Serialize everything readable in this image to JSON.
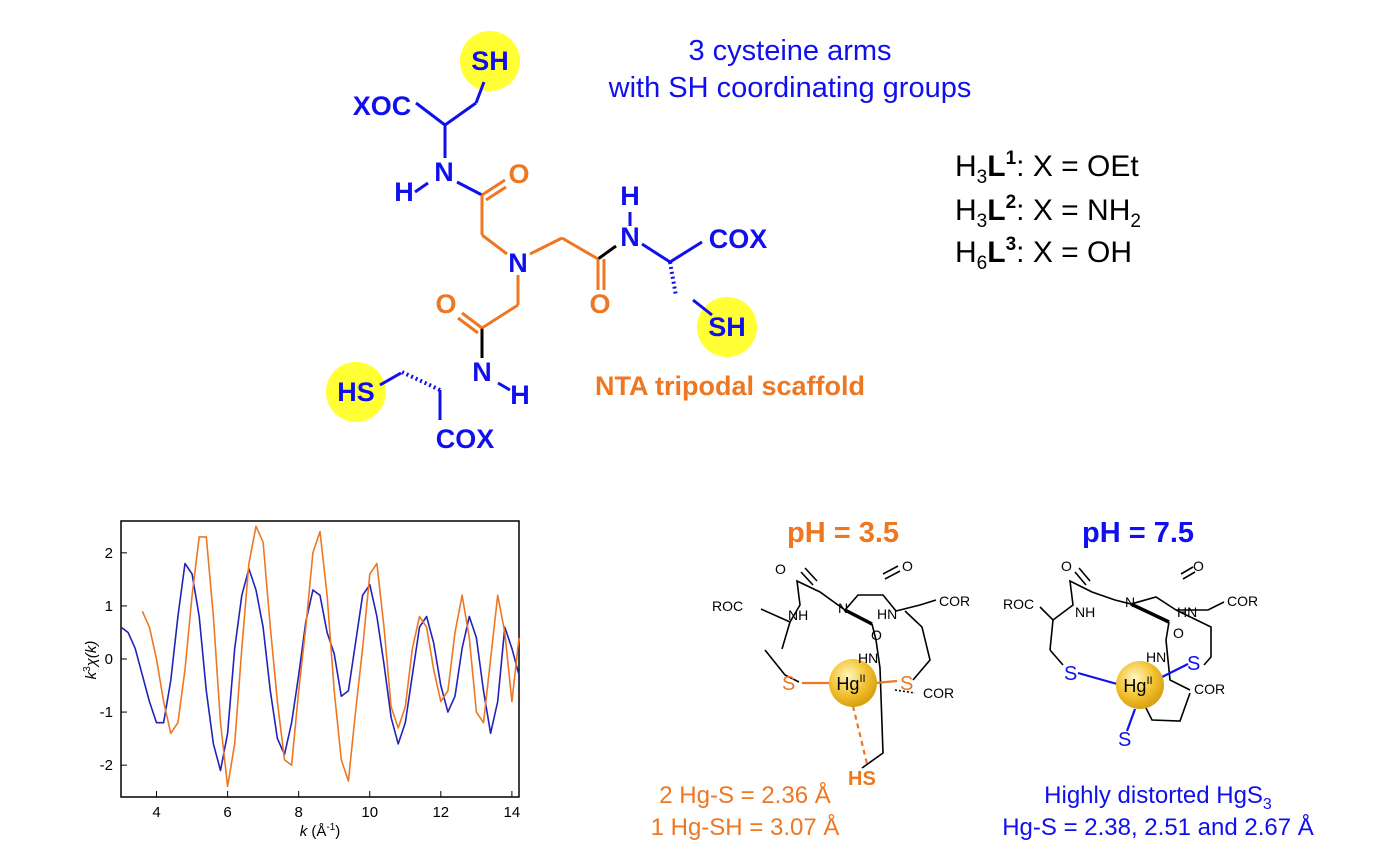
{
  "header": {
    "line1": "3 cysteine arms",
    "line2": "with SH coordinating groups"
  },
  "ligands": [
    {
      "h": "H",
      "hsub": "3",
      "l": "L",
      "lsup": "1",
      "rest": ": X = OEt"
    },
    {
      "h": "H",
      "hsub": "3",
      "l": "L",
      "lsup": "2",
      "rest": ": X = NH",
      "tailsub": "2"
    },
    {
      "h": "H",
      "hsub": "6",
      "l": "L",
      "lsup": "3",
      "rest": ": X = OH"
    }
  ],
  "scaffold": {
    "label": "NTA tripodal scaffold",
    "atoms": {
      "sh": "SH",
      "hs": "HS",
      "xoc": "XOC",
      "cox": "COX",
      "n": "N",
      "h": "H",
      "o": "O"
    }
  },
  "chart_data": {
    "type": "line",
    "xlabel": "k (Å-1)",
    "ylabel": "k3χ(k)",
    "xlim": [
      3,
      14.2
    ],
    "ylim": [
      -2.6,
      2.6
    ],
    "xticks": [
      4,
      6,
      8,
      10,
      12,
      14
    ],
    "yticks": [
      2,
      1,
      0,
      -1,
      -2
    ],
    "series": [
      {
        "color": "#2222bb",
        "points": [
          [
            3.0,
            0.6
          ],
          [
            3.2,
            0.5
          ],
          [
            3.4,
            0.2
          ],
          [
            3.6,
            -0.3
          ],
          [
            3.8,
            -0.8
          ],
          [
            4.0,
            -1.2
          ],
          [
            4.2,
            -1.2
          ],
          [
            4.4,
            -0.4
          ],
          [
            4.6,
            0.8
          ],
          [
            4.8,
            1.8
          ],
          [
            5.0,
            1.6
          ],
          [
            5.2,
            0.8
          ],
          [
            5.4,
            -0.6
          ],
          [
            5.6,
            -1.6
          ],
          [
            5.8,
            -2.1
          ],
          [
            6.0,
            -1.4
          ],
          [
            6.2,
            0.2
          ],
          [
            6.4,
            1.2
          ],
          [
            6.6,
            1.7
          ],
          [
            6.8,
            1.3
          ],
          [
            7.0,
            0.6
          ],
          [
            7.2,
            -0.6
          ],
          [
            7.4,
            -1.5
          ],
          [
            7.6,
            -1.8
          ],
          [
            7.8,
            -1.2
          ],
          [
            8.0,
            -0.3
          ],
          [
            8.2,
            0.7
          ],
          [
            8.4,
            1.3
          ],
          [
            8.6,
            1.2
          ],
          [
            8.8,
            0.5
          ],
          [
            9.0,
            0.1
          ],
          [
            9.2,
            -0.7
          ],
          [
            9.4,
            -0.6
          ],
          [
            9.6,
            0.3
          ],
          [
            9.8,
            1.2
          ],
          [
            10.0,
            1.4
          ],
          [
            10.2,
            0.8
          ],
          [
            10.4,
            -0.1
          ],
          [
            10.6,
            -1.1
          ],
          [
            10.8,
            -1.6
          ],
          [
            11.0,
            -1.2
          ],
          [
            11.2,
            -0.3
          ],
          [
            11.4,
            0.6
          ],
          [
            11.6,
            0.8
          ],
          [
            11.8,
            0.3
          ],
          [
            12.0,
            -0.5
          ],
          [
            12.2,
            -1.0
          ],
          [
            12.4,
            -0.7
          ],
          [
            12.6,
            0.2
          ],
          [
            12.8,
            0.8
          ],
          [
            13.0,
            0.4
          ],
          [
            13.2,
            -0.6
          ],
          [
            13.4,
            -1.4
          ],
          [
            13.6,
            -0.8
          ],
          [
            13.8,
            0.6
          ],
          [
            14.0,
            0.2
          ],
          [
            14.2,
            -0.3
          ]
        ]
      },
      {
        "color": "#ee7722",
        "points": [
          [
            3.6,
            0.9
          ],
          [
            3.8,
            0.6
          ],
          [
            4.0,
            0.0
          ],
          [
            4.2,
            -0.8
          ],
          [
            4.4,
            -1.4
          ],
          [
            4.6,
            -1.2
          ],
          [
            4.8,
            -0.2
          ],
          [
            5.0,
            1.2
          ],
          [
            5.2,
            2.3
          ],
          [
            5.4,
            2.3
          ],
          [
            5.6,
            0.8
          ],
          [
            5.8,
            -1.2
          ],
          [
            6.0,
            -2.4
          ],
          [
            6.2,
            -1.6
          ],
          [
            6.4,
            0.2
          ],
          [
            6.6,
            1.8
          ],
          [
            6.8,
            2.5
          ],
          [
            7.0,
            2.2
          ],
          [
            7.2,
            0.6
          ],
          [
            7.4,
            -0.8
          ],
          [
            7.6,
            -1.9
          ],
          [
            7.8,
            -2.0
          ],
          [
            8.0,
            -0.6
          ],
          [
            8.2,
            0.6
          ],
          [
            8.4,
            2.0
          ],
          [
            8.6,
            2.4
          ],
          [
            8.8,
            1.2
          ],
          [
            9.0,
            -0.6
          ],
          [
            9.2,
            -1.9
          ],
          [
            9.4,
            -2.3
          ],
          [
            9.6,
            -1.0
          ],
          [
            9.8,
            0.2
          ],
          [
            10.0,
            1.6
          ],
          [
            10.2,
            1.8
          ],
          [
            10.4,
            0.6
          ],
          [
            10.6,
            -0.9
          ],
          [
            10.8,
            -1.3
          ],
          [
            11.0,
            -0.9
          ],
          [
            11.2,
            0.2
          ],
          [
            11.4,
            0.8
          ],
          [
            11.6,
            0.6
          ],
          [
            11.8,
            -0.2
          ],
          [
            12.0,
            -0.8
          ],
          [
            12.2,
            -0.6
          ],
          [
            12.4,
            0.5
          ],
          [
            12.6,
            1.2
          ],
          [
            12.8,
            0.4
          ],
          [
            13.0,
            -1.0
          ],
          [
            13.2,
            -1.2
          ],
          [
            13.4,
            0.0
          ],
          [
            13.6,
            1.2
          ],
          [
            13.8,
            0.5
          ],
          [
            14.0,
            -0.8
          ],
          [
            14.2,
            0.4
          ]
        ]
      }
    ]
  },
  "complex_ph35": {
    "title": "pH = 3.5",
    "metal": "Hg",
    "ox": "II",
    "note1": "2 Hg-S = 2.36 Å",
    "note2": "1 Hg-SH = 3.07 Å",
    "labels": {
      "roc": "ROC",
      "cor1": "COR",
      "cor2": "COR",
      "nh1": "NH",
      "nh2": "HN",
      "nh3": "HN",
      "n": "N",
      "o1": "O",
      "o2": "O",
      "o3": "O",
      "s1": "S",
      "s2": "S",
      "hs": "HS"
    }
  },
  "complex_ph75": {
    "title": "pH = 7.5",
    "metal": "Hg",
    "ox": "II",
    "note1": "Highly distorted HgS",
    "note1sub": "3",
    "note2": "Hg-S = 2.38, 2.51 and 2.67 Å",
    "labels": {
      "roc": "ROC",
      "cor1": "COR",
      "cor2": "COR",
      "nh1": "NH",
      "nh2": "HN",
      "nh3": "HN",
      "n": "N",
      "o1": "O",
      "o2": "O",
      "o3": "O",
      "s1": "S",
      "s2": "S",
      "s3": "S"
    }
  },
  "colors": {
    "blue": "#1010ee",
    "orange": "#ee7722",
    "black": "#000000",
    "highlight": "#ffff33",
    "gold": "#f2c232"
  }
}
